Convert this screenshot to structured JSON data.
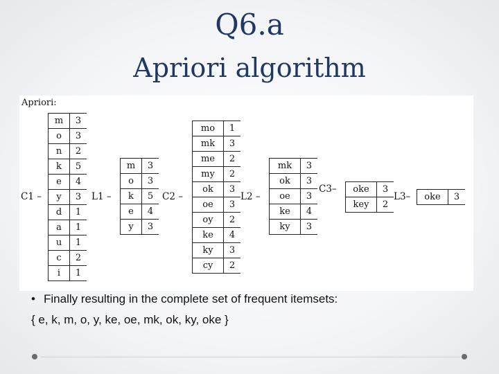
{
  "slide": {
    "title": "Q6.a",
    "subtitle": "Apriori algorithm",
    "figure_heading": "Apriori:",
    "bullet": "•",
    "bullet_text": "Finally resulting in the complete set of frequent itemsets:",
    "result": "{ e, k, m, o, y, ke, oe, mk, ok, ky, oke }"
  },
  "labels": {
    "c1": "C1 –",
    "l1": "L1 –",
    "c2": "C2 –",
    "l2": "L2 –",
    "c3": "C3–",
    "l3": "L3–"
  },
  "tables": {
    "C1": [
      [
        "m",
        "3"
      ],
      [
        "o",
        "3"
      ],
      [
        "n",
        "2"
      ],
      [
        "k",
        "5"
      ],
      [
        "e",
        "4"
      ],
      [
        "y",
        "3"
      ],
      [
        "d",
        "1"
      ],
      [
        "a",
        "1"
      ],
      [
        "u",
        "1"
      ],
      [
        "c",
        "2"
      ],
      [
        "i",
        "1"
      ]
    ],
    "L1": [
      [
        "m",
        "3"
      ],
      [
        "o",
        "3"
      ],
      [
        "k",
        "5"
      ],
      [
        "e",
        "4"
      ],
      [
        "y",
        "3"
      ]
    ],
    "C2": [
      [
        "mo",
        "1"
      ],
      [
        "mk",
        "3"
      ],
      [
        "me",
        "2"
      ],
      [
        "my",
        "2"
      ],
      [
        "ok",
        "3"
      ],
      [
        "oe",
        "3"
      ],
      [
        "oy",
        "2"
      ],
      [
        "ke",
        "4"
      ],
      [
        "ky",
        "3"
      ],
      [
        "cy",
        "2"
      ]
    ],
    "L2": [
      [
        "mk",
        "3"
      ],
      [
        "ok",
        "3"
      ],
      [
        "oe",
        "3"
      ],
      [
        "ke",
        "4"
      ],
      [
        "ky",
        "3"
      ]
    ],
    "C3": [
      [
        "oke",
        "3"
      ],
      [
        "key",
        "2"
      ]
    ],
    "L3": [
      [
        "oke",
        "3"
      ]
    ]
  }
}
